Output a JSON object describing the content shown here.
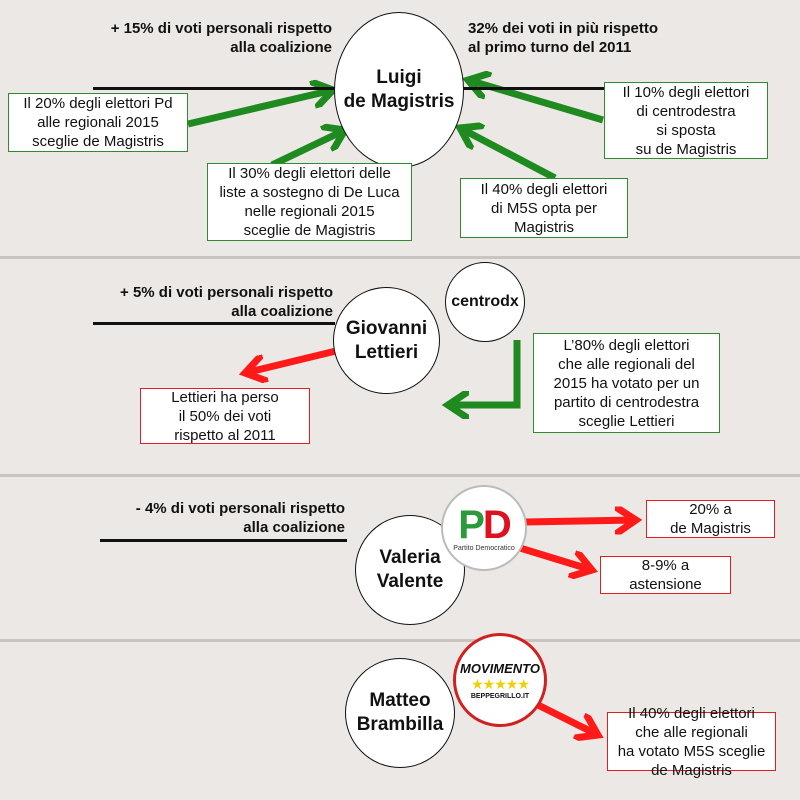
{
  "sections": [
    {
      "candidate": [
        "Luigi",
        "de Magistris"
      ],
      "note_left": [
        "+ 15% di voti personali rispetto",
        "alla coalizione"
      ],
      "note_right": [
        "32% dei voti in più rispetto",
        "al primo turno del 2011"
      ],
      "boxes": [
        {
          "lines": [
            "Il 20% degli elettori Pd",
            "alle regionali 2015",
            "sceglie de Magistris"
          ]
        },
        {
          "lines": [
            "Il 30% degli elettori delle",
            "liste a sostegno di De Luca",
            "nelle regionali 2015",
            "sceglie de Magistris"
          ]
        },
        {
          "lines": [
            "Il 40% degli elettori",
            "di M5S opta per",
            "Magistris"
          ]
        },
        {
          "lines": [
            "Il 10% degli elettori",
            "di centrodestra",
            "si sposta",
            "su de Magistris"
          ]
        }
      ]
    },
    {
      "candidate": [
        "Giovanni",
        "Lettieri"
      ],
      "badge": "centrodx",
      "note_left": [
        "+ 5% di voti personali rispetto",
        "alla coalizione"
      ],
      "boxes": [
        {
          "lines": [
            "Lettieri ha perso",
            "il 50% dei voti",
            "rispetto al 2011"
          ]
        },
        {
          "lines": [
            "L’80% degli elettori",
            "che alle regionali del",
            "2015 ha votato per un",
            "partito di centrodestra",
            "sceglie Lettieri"
          ]
        }
      ]
    },
    {
      "candidate": [
        "Valeria",
        "Valente"
      ],
      "logo_text": "Partito Democratico",
      "note_left": [
        "- 4% di voti personali rispetto",
        "alla coalizione"
      ],
      "boxes": [
        {
          "lines": [
            "20% a",
            "de Magistris"
          ]
        },
        {
          "lines": [
            "8-9% a",
            "astensione"
          ]
        }
      ]
    },
    {
      "candidate": [
        "Matteo",
        "Brambilla"
      ],
      "logo_text": [
        "MOVIMENTO",
        "BEPPEGRILLO.IT"
      ],
      "boxes": [
        {
          "lines": [
            "Il 40% degli elettori",
            "che alle regionali",
            "ha votato M5S sceglie",
            "de Magistris"
          ]
        }
      ]
    }
  ],
  "colors": {
    "green": "#1f8a1f",
    "red": "#ff1a1a",
    "background": "#ebe8e5"
  }
}
